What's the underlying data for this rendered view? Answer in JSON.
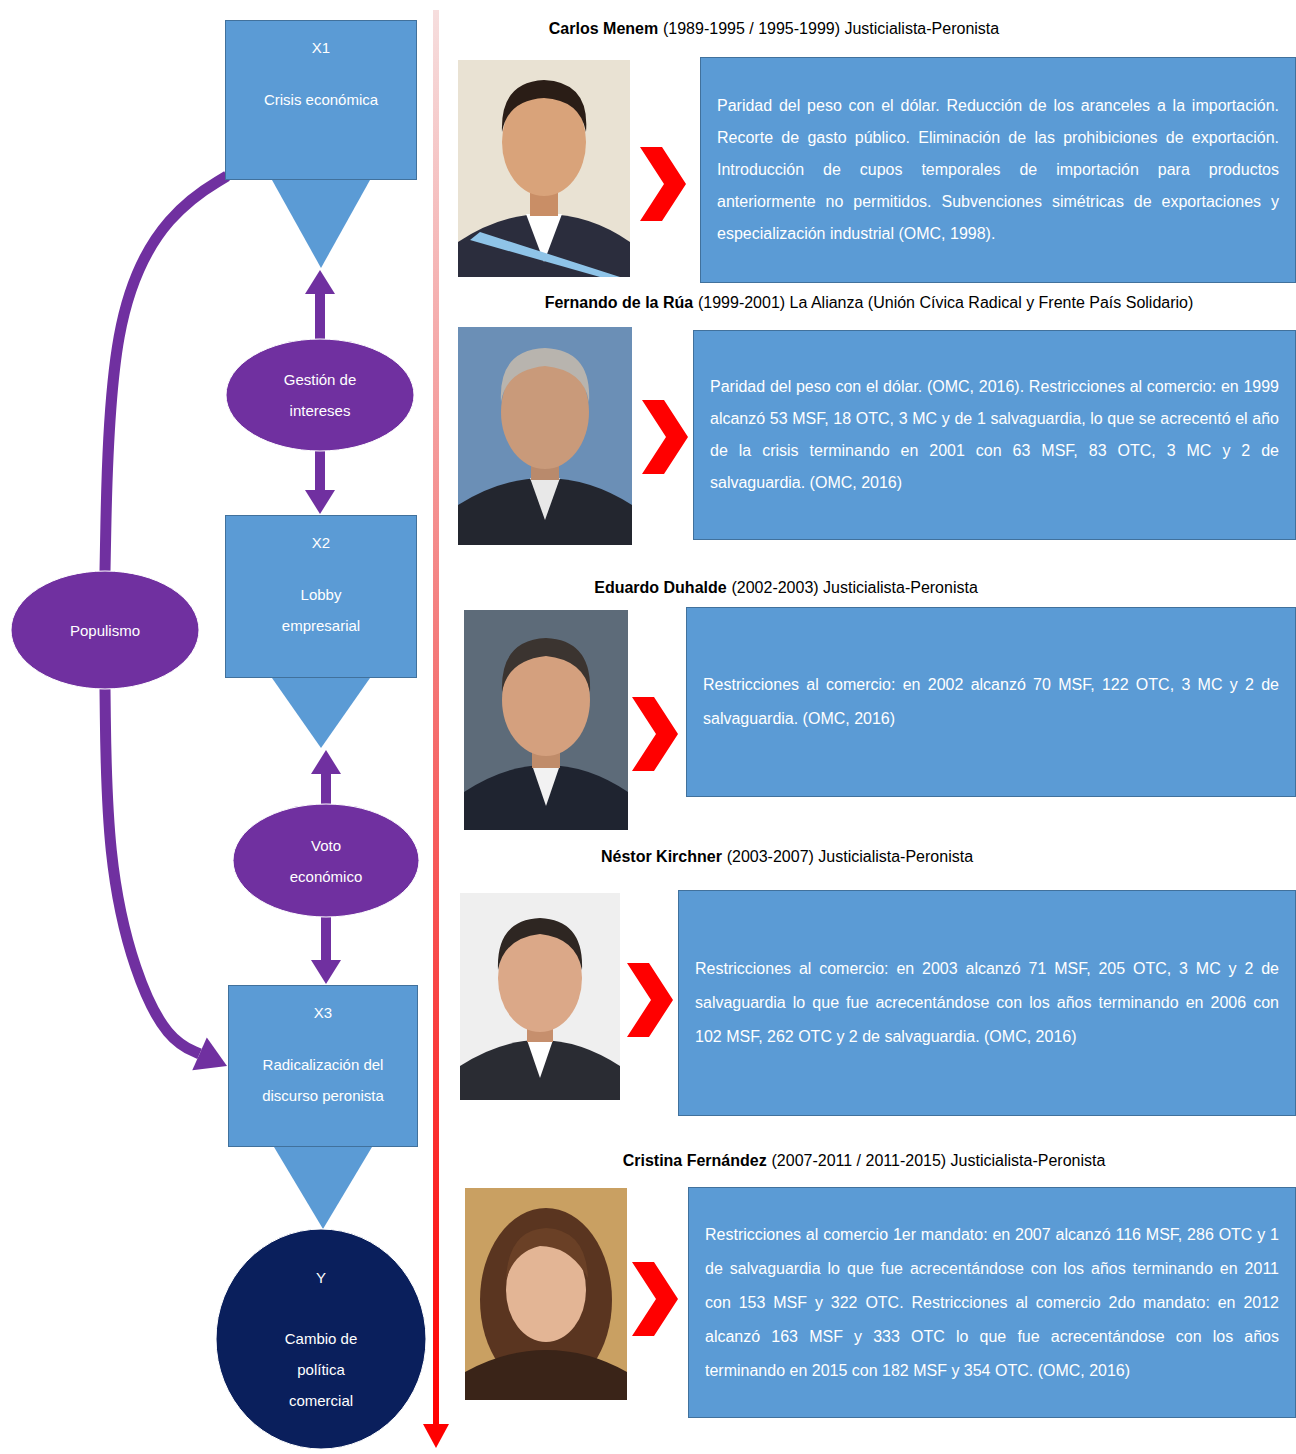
{
  "diagram": {
    "nodes": [
      {
        "text": [
          "X1",
          "Crisis económica"
        ]
      },
      {
        "text": [
          "Gestión de intereses"
        ]
      },
      {
        "text": [
          "X2",
          "Lobby empresarial"
        ]
      },
      {
        "text": [
          "Voto económico"
        ]
      },
      {
        "text": [
          "X3",
          "Radicalización del discurso peronista"
        ]
      },
      {
        "text": [
          "Y",
          "Cambio de política comercial"
        ]
      },
      {
        "text": [
          "Populismo"
        ]
      },
      {
        "text": [
          "Carlos Menem",
          "(1989-1995 / 1995-1999) Justicialista-Peronista",
          "Paridad del peso con el dólar. Reducción de los aranceles a la importación. Recorte de gasto público. Eliminación de las prohibiciones de exportación. Introducción de cupos temporales de importación para productos anteriormente no permitidos. Subvenciones simétricas de exportaciones y especialización industrial (OMC, 1998)."
        ]
      },
      {
        "text": [
          "Fernando de la Rúa",
          "(1999-2001) La Alianza (Unión Cívica Radical y Frente País Solidario)",
          "Paridad del peso con el dólar. (OMC, 2016). Restricciones al comercio: en 1999 alcanzó 53 MSF, 18 OTC, 3 MC y de 1 salvaguardia, lo que se acrecentó el año de la crisis terminando en 2001 con 63 MSF, 83 OTC, 3 MC y 2 de salvaguardia. (OMC, 2016)"
        ]
      },
      {
        "text": [
          "Eduardo Duhalde",
          "(2002-2003) Justicialista-Peronista",
          "Restricciones al comercio: en 2002 alcanzó 70 MSF, 122 OTC, 3 MC y 2 de salvaguardia. (OMC, 2016)"
        ]
      },
      {
        "text": [
          "Néstor Kirchner",
          "(2003-2007) Justicialista-Peronista",
          "Restricciones al comercio: en 2003 alcanzó 71 MSF, 205 OTC, 3 MC y 2 de salvaguardia lo que fue acrecentándose con los años terminando en 2006 con 102 MSF, 262 OTC y 2 de salvaguardia. (OMC, 2016)"
        ]
      },
      {
        "text": [
          "Cristina Fernández",
          "(2007-2011 / 2011-2015) Justicialista-Peronista",
          "Restricciones al comercio 1er mandato: en 2007 alcanzó 116 MSF, 286 OTC y 1 de salvaguardia lo que fue acrecentándose con los años terminando en 2011 con 153 MSF y 322 OTC. Restricciones al comercio 2do mandato: en 2012 alcanzó 163 MSF y 333 OTC lo que fue acrecentándose con los años terminando en 2015 con 182 MSF y 354 OTC. (OMC, 2016)"
        ]
      }
    ],
    "edges": [
      {
        "from": 0,
        "to": 1,
        "arrow": "both"
      },
      {
        "from": 1,
        "to": 2,
        "arrow": "to"
      },
      {
        "from": 2,
        "to": 3,
        "arrow": "both"
      },
      {
        "from": 3,
        "to": 4,
        "arrow": "to"
      },
      {
        "from": 4,
        "to": 5,
        "arrow": "to"
      },
      {
        "from": 0,
        "to": 6,
        "arrow": "none"
      },
      {
        "from": 6,
        "to": 4,
        "arrow": "to"
      }
    ]
  }
}
